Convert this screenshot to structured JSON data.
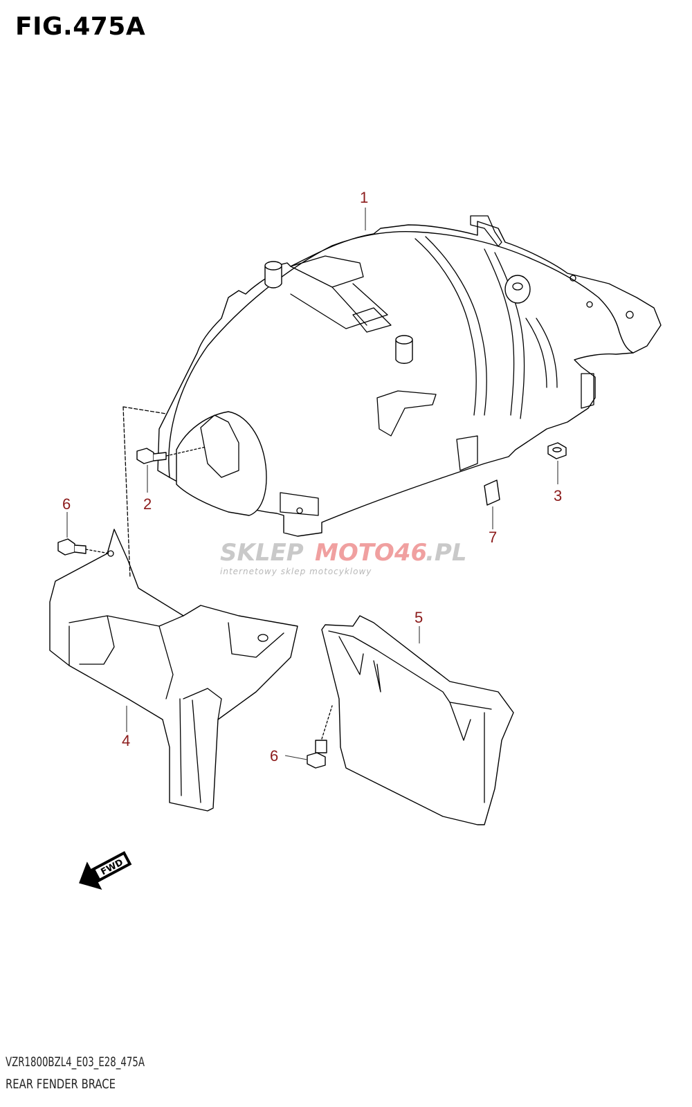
{
  "figure": {
    "title": "FIG.475A",
    "code": "VZR1800BZL4_E03_E28_475A",
    "name": "REAR FENDER BRACE"
  },
  "callouts": [
    "1",
    "2",
    "3",
    "4",
    "5",
    "6",
    "6",
    "7"
  ],
  "watermark": {
    "brand_a": "SKLEP",
    "brand_b": "MOTO46",
    "brand_c": ".PL",
    "tagline": "internetowy sklep motocyklowy"
  },
  "fwd_label": "FWD",
  "colors": {
    "callout": "#8b1a1a",
    "line": "#000000"
  }
}
